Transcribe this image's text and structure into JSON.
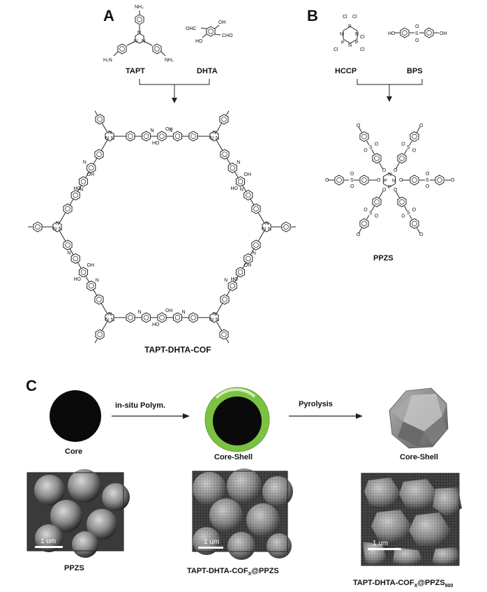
{
  "panels": {
    "a": {
      "letter": "A",
      "monomer1": "TAPT",
      "monomer2": "DHTA",
      "product": "TAPT-DHTA-COF",
      "atoms": {
        "nh2": "NH₂",
        "h2n": "H₂N",
        "n": "N",
        "oh": "OH",
        "ho": "HO",
        "ohc": "OHC",
        "cho": "CHO"
      }
    },
    "b": {
      "letter": "B",
      "monomer1": "HCCP",
      "monomer2": "BPS",
      "product": "PPZS",
      "atoms": {
        "cl": "Cl",
        "p": "P",
        "n": "N",
        "ho": "HO",
        "oh": "OH",
        "s": "S",
        "o": "O"
      }
    },
    "c": {
      "letter": "C",
      "stage1_label": "Core",
      "arrow1_label": "in-situ Polym.",
      "stage2_label": "Core-Shell",
      "arrow2_label": "Pyrolysis",
      "stage3_label": "Core-Shell",
      "scale_bar": "1 um",
      "caption1": "PPZS",
      "caption2_main": "TAPT-DHTA-COF",
      "caption2_sub": "X",
      "caption2_tail": "@PPZS",
      "caption3_main": "TAPT-DHTA-COF",
      "caption3_sub": "X",
      "caption3_tail": "@PPZS",
      "caption3_sub2": "900"
    }
  },
  "colors": {
    "core": "#0a0a0a",
    "shell": "#7cc242",
    "carbonized": "#8a8a8a",
    "sem_bg": "#3a3a3a"
  }
}
